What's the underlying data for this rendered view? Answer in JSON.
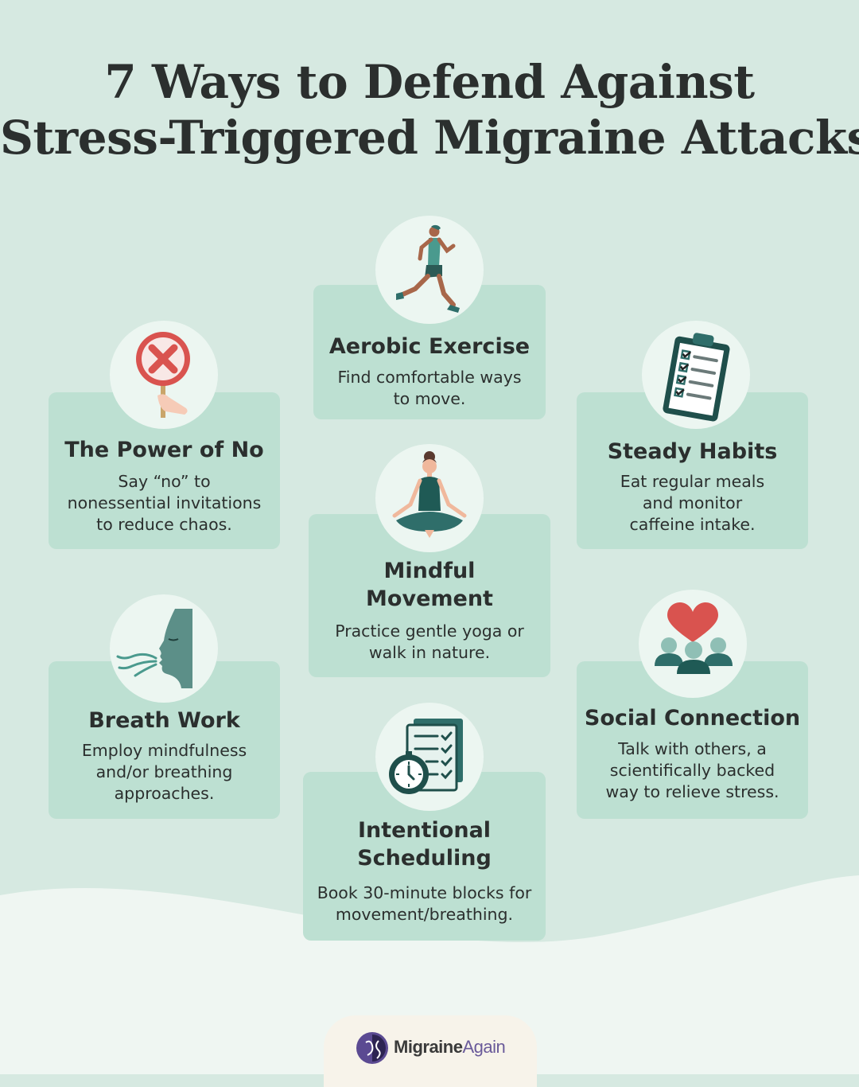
{
  "title": {
    "line1": "7 Ways to Defend Against",
    "line2": "Stress-Triggered Migraine Attacks"
  },
  "cards": {
    "aerobic": {
      "title": "Aerobic Exercise",
      "desc1": "Find comfortable ways",
      "desc2": "to move.",
      "icon": "running-person-icon"
    },
    "power_no": {
      "title": "The Power of No",
      "desc1": "Say “no” to",
      "desc2": "nonessential invitations",
      "desc3": "to reduce chaos.",
      "icon": "no-sign-icon"
    },
    "steady": {
      "title": "Steady Habits",
      "desc1": "Eat regular meals",
      "desc2": "and monitor",
      "desc3": "caffeine intake.",
      "icon": "clipboard-checklist-icon"
    },
    "mindful": {
      "title1": "Mindful",
      "title2": "Movement",
      "desc1": "Practice gentle yoga or",
      "desc2": "walk in nature.",
      "icon": "yoga-person-icon"
    },
    "breath": {
      "title": "Breath Work",
      "desc1": "Employ mindfulness",
      "desc2": "and/or breathing",
      "desc3": "approaches.",
      "icon": "breathing-face-icon"
    },
    "social": {
      "title": "Social Connection",
      "desc1": "Talk with others, a",
      "desc2": "scientifically backed",
      "desc3": "way to relieve stress.",
      "icon": "people-heart-icon"
    },
    "scheduling": {
      "title1": "Intentional",
      "title2": "Scheduling",
      "desc1": "Book 30-minute blocks for",
      "desc2": "movement/breathing.",
      "icon": "clock-checklist-icon"
    }
  },
  "logo": {
    "part1": "Migraine",
    "part2": "Again"
  },
  "colors": {
    "background": "#d6e9e1",
    "card": "#bde0d2",
    "icon_circle": "#ecf6f1",
    "teal": "#2f6e6a",
    "accent_red": "#d9534f",
    "text": "#2b2f2e"
  }
}
